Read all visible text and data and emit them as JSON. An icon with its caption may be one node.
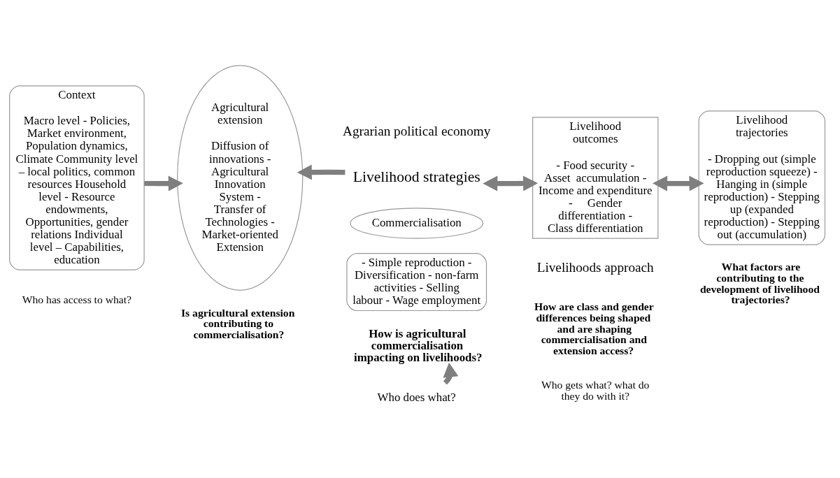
{
  "diagram": {
    "nodes": [
      {
        "text": [
          "Context",
          "Macro level - Policies, Market environment, Population dynamics, Climate Community level – local politics, common resources Household level - Resource endowments, Opportunities, gender relations Individual level – Capabilities, education"
        ]
      },
      {
        "text": [
          "Agricultural extension",
          "Diffusion of innovations - Agricultural Innovation System - Transfer of Technologies - Market-oriented Extension"
        ]
      },
      {
        "text": [
          "Livelihood strategies"
        ]
      },
      {
        "text": [
          "Commercialisation"
        ]
      },
      {
        "text": [
          "- Simple reproduction - Diversification - non-farm activities - Selling labour - Wage employment"
        ]
      },
      {
        "text": [
          "Livelihood outcomes",
          "- Food security - Asset  accumulation - Income and expenditure -     Gender differentiation -     Class differentiation"
        ]
      },
      {
        "text": [
          "Livelihood trajectories",
          "- Dropping out (simple reproduction squeeze) - Hanging in (simple reproduction) - Stepping up (expanded reproduction) - Stepping out (accumulation)"
        ]
      },
      {
        "text": [
          "How is agricultural commercialisation impacting on livelihoods?"
        ]
      },
      {
        "text": [
          "Who does what?"
        ]
      }
    ],
    "edges": [
      {
        "from": 0,
        "to": 1,
        "arrow": "to"
      },
      {
        "from": 2,
        "to": 1,
        "arrow": "to"
      },
      {
        "from": 2,
        "to": 5,
        "arrow": "both"
      },
      {
        "from": 5,
        "to": 6,
        "arrow": "both"
      },
      {
        "from": 8,
        "to": 7,
        "arrow": "to"
      }
    ],
    "labels": [
      "Agrarian political economy",
      "Livelihoods approach",
      "Is agricultural extension contributing to commercialisation?",
      "How are class and gender differences being shaped and are shaping commercialisation and extension access?",
      "What factors are contributing to the development of livelihood trajectories?",
      "Who has access to what?",
      "Who gets what? what do they do with it?"
    ]
  }
}
